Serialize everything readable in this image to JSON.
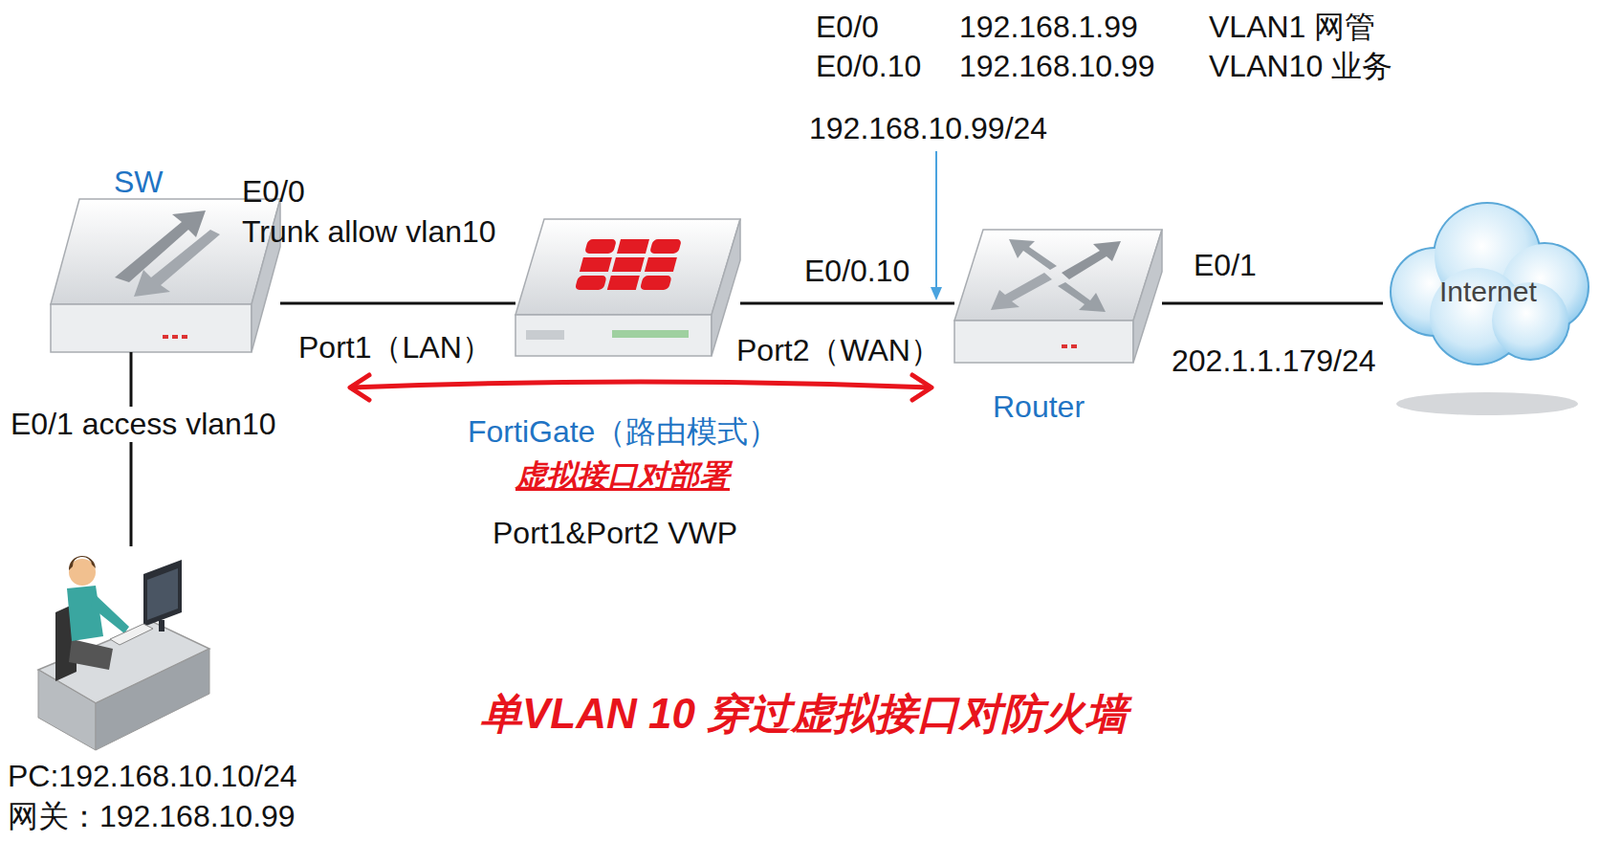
{
  "diagram": {
    "caption": "单VLAN 10 穿过虚拟接口对防火墙",
    "nodes": [
      {
        "text": [
          "SW"
        ]
      },
      {
        "text": [
          "FortiGate（路由模式）"
        ]
      },
      {
        "text": [
          "Router"
        ]
      },
      {
        "text": [
          "Internet"
        ]
      },
      {
        "text": [
          "PC:192.168.10.10/24",
          "网关：192.168.10.99"
        ]
      }
    ],
    "edges": [
      {
        "from": 0,
        "to": 1,
        "arrow": "none"
      },
      {
        "from": 1,
        "to": 2,
        "arrow": "none"
      },
      {
        "from": 2,
        "to": 3,
        "arrow": "none"
      },
      {
        "from": 0,
        "to": 4,
        "arrow": "none"
      }
    ],
    "labels": [
      "E0/0",
      "192.168.1.99",
      "VLAN1 网管",
      "E0/0.10",
      "192.168.10.99",
      "VLAN10 业务",
      "192.168.10.99/24",
      "E0/0",
      "Trunk allow vlan10",
      "E0/0.10",
      "E0/1",
      "Port1（LAN）",
      "Port2（WAN）",
      "202.1.1.179/24",
      "虚拟接口对部署",
      "Port1&Port2 VWP",
      "E0/1 access vlan10"
    ]
  }
}
